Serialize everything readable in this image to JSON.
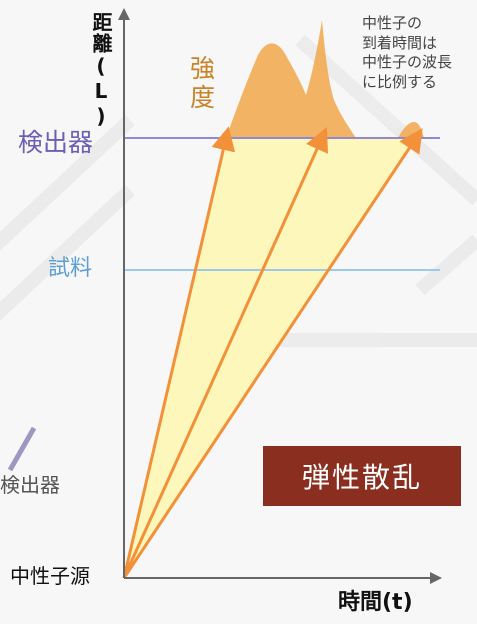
{
  "labels": {
    "distance_axis": "距離(L)",
    "detector": "検出器",
    "sample": "試料",
    "source": "中性子源",
    "time_axis": "時間(t)",
    "intensity": "強\n度",
    "note": "中性子の\n到着時間は\n中性子の波長\nに比例する",
    "background_detector": "検出器"
  },
  "badge": {
    "text": "弾性散乱"
  },
  "colors": {
    "axis": "#666666",
    "detector_line": "#8f8ad2",
    "sample_line": "#9cc9ec",
    "arrow": "#f2913a",
    "cone_fill": "#fff7a8",
    "peak_fill": "#f2a74a",
    "badge_bg": "#8a2f20"
  }
}
